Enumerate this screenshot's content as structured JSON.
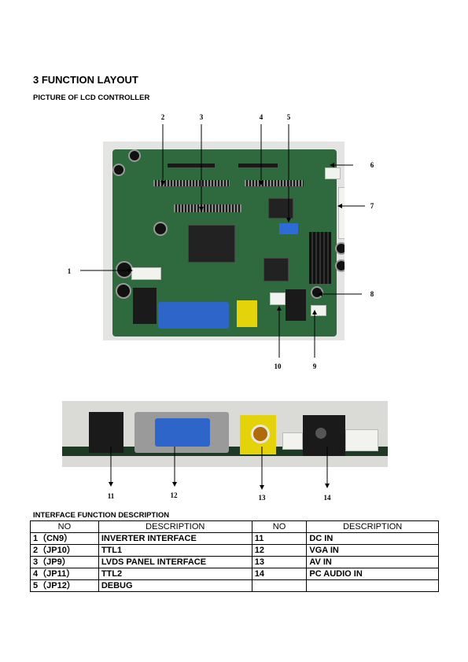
{
  "heading": "3 FUNCTION LAYOUT",
  "subheading": "PICTURE OF LCD CONTROLLER",
  "callouts_top": [
    "1",
    "2",
    "3",
    "4",
    "5",
    "6",
    "7",
    "8",
    "9",
    "10"
  ],
  "callouts_bottom": [
    "11",
    "12",
    "13",
    "14"
  ],
  "table_title": "INTERFACE FUNCTION DESCRIPTION",
  "table": {
    "headers": [
      "NO",
      "DESCRIPTION",
      "NO",
      "DESCRIPTION"
    ],
    "rows": [
      [
        "1（CN9）",
        "INVERTER INTERFACE",
        "11",
        "DC IN"
      ],
      [
        "2（JP10）",
        "TTL1",
        "12",
        "VGA IN"
      ],
      [
        "3（JP9）",
        "LVDS PANEL INTERFACE",
        "13",
        "AV IN"
      ],
      [
        "4（JP11）",
        "TTL2",
        "14",
        "PC AUDIO IN"
      ],
      [
        "5（JP12）",
        "DEBUG",
        "",
        ""
      ]
    ]
  }
}
